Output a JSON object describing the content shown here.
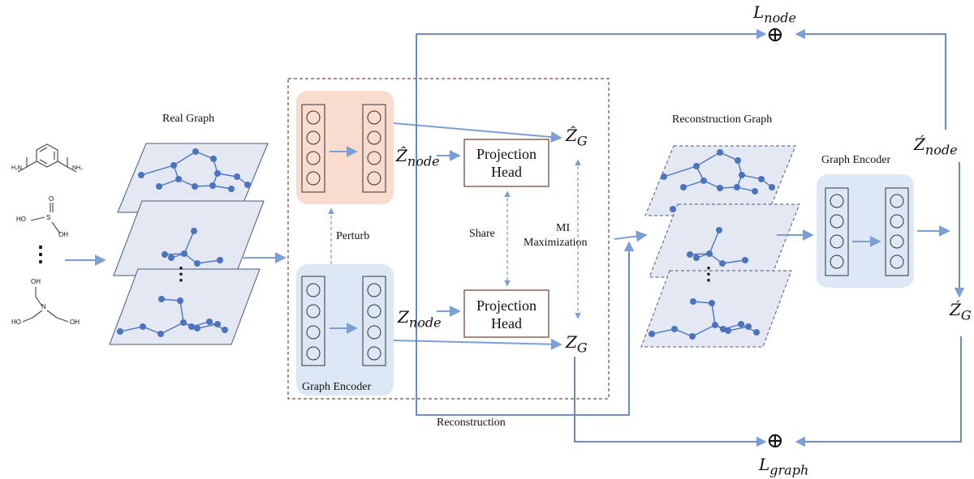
{
  "colors": {
    "arrow": "#7a9fd6",
    "graph_node": "#4a74c0",
    "plane_fill": "#e3e8f3",
    "encoder_blue": "#dce8f5",
    "encoder_orange": "#f9dccd",
    "border_dashed": "#7a4a3a"
  },
  "molecules": {
    "mol1_label_left": "H₂N",
    "mol1_label_right": "NH₂",
    "mol2_label_a": "HO",
    "mol2_label_b": "S",
    "mol2_label_c": "OH",
    "mol2_label_d": "O",
    "mol3_label_n": "N",
    "mol3_label_top": "OH",
    "mol3_label_left": "HO",
    "mol3_label_right": "OH",
    "ellipsis": "⋮"
  },
  "labels": {
    "real_graph": "Real Graph",
    "perturb": "Perturb",
    "graph_encoder_left": "Graph Encoder",
    "share": "Share",
    "mi_line1": "MI",
    "mi_line2": "Maximization",
    "projection_head_line1": "Projection",
    "projection_head_line2": "Head",
    "reconstruction_graph": "Reconstruction Graph",
    "graph_encoder_right": "Graph Encoder",
    "reconstruction": "Reconstruction",
    "ellipsis": "⋮"
  },
  "math": {
    "z_node_hat_base": "Ẑ",
    "z_node_hat_sub": "node",
    "z_node_base": "Z",
    "z_node_sub": "node",
    "z_g_hat_base": "Ẑ",
    "z_g_hat_sub": "G",
    "z_g_base": "Z",
    "z_g_sub": "G",
    "z_node_acute_base": "Ź",
    "z_node_acute_sub": "node",
    "z_g_acute_base": "Ź",
    "z_g_acute_sub": "G",
    "l_node_base": "L",
    "l_node_sub": "node",
    "l_graph_base": "L",
    "l_graph_sub": "graph",
    "oplus": "⊕"
  }
}
